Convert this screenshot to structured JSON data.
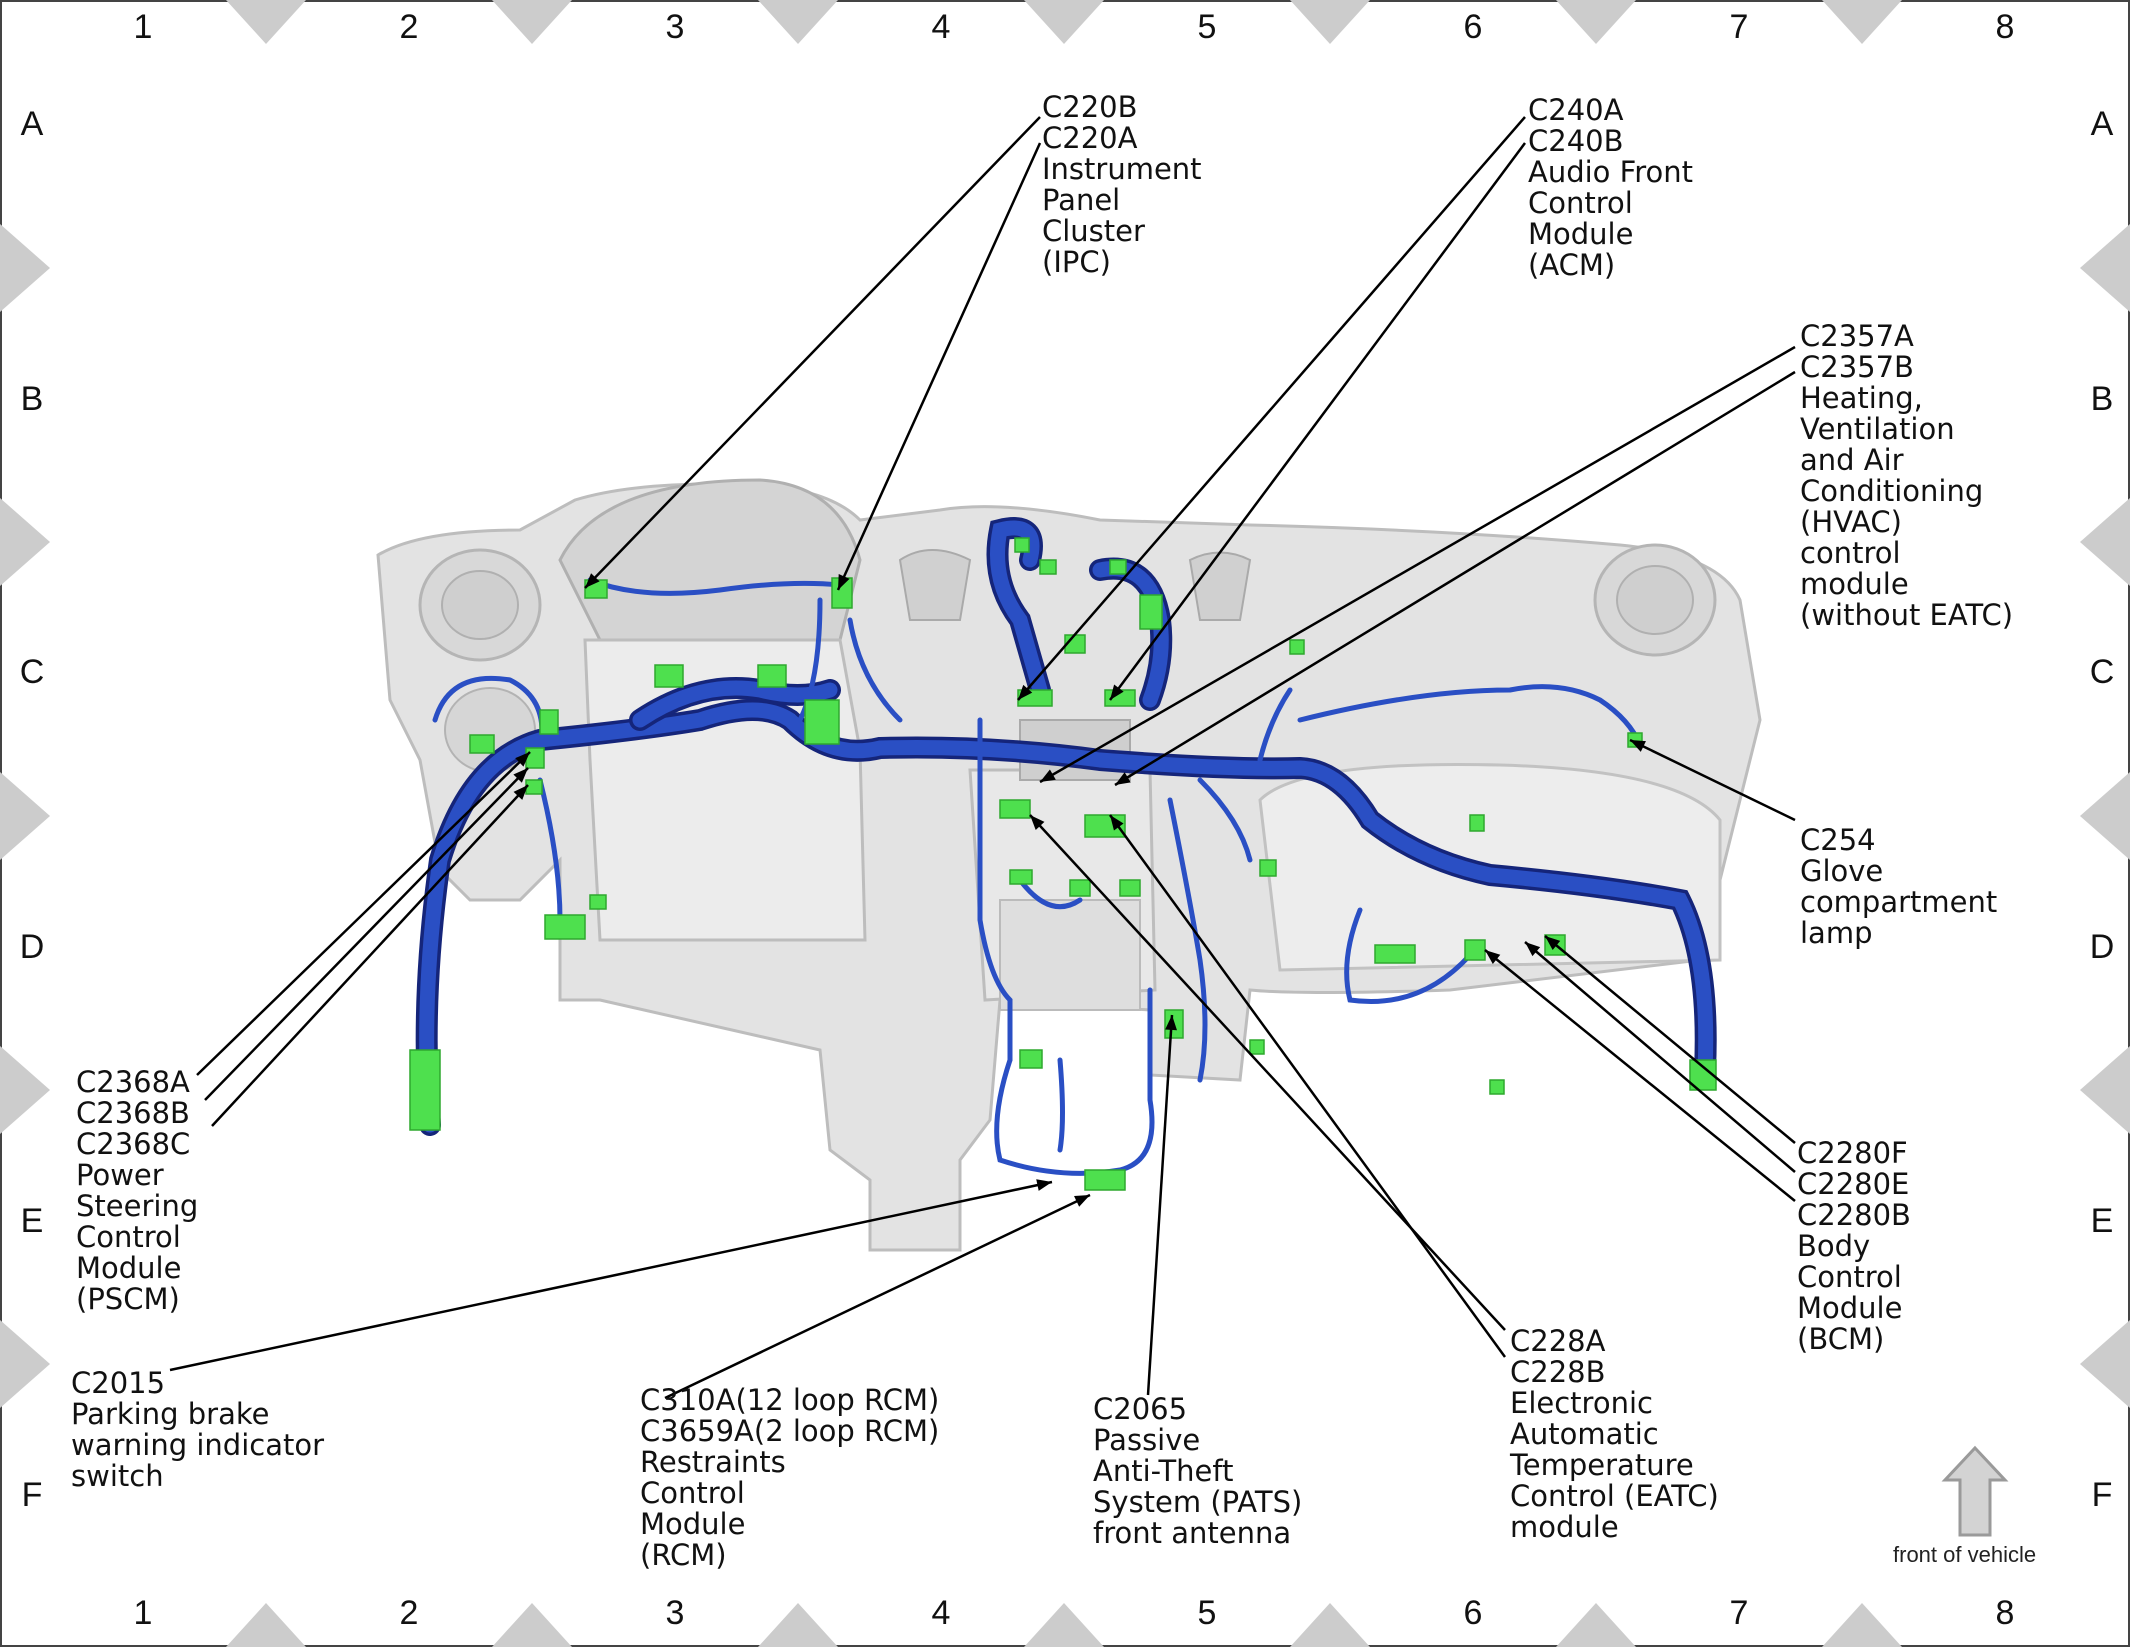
{
  "grid": {
    "columns": [
      "1",
      "2",
      "3",
      "4",
      "5",
      "6",
      "7",
      "8"
    ],
    "rows": [
      "A",
      "B",
      "C",
      "D",
      "E",
      "F"
    ]
  },
  "callouts": {
    "ipc": [
      "C220B",
      "C220A",
      "Instrument",
      "Panel",
      "Cluster",
      "(IPC)"
    ],
    "acm": [
      "C240A",
      "C240B",
      "Audio Front",
      "Control",
      "Module",
      "(ACM)"
    ],
    "hvac": [
      "C2357A",
      "C2357B",
      "Heating,",
      "Ventilation",
      "and Air",
      "Conditioning",
      "(HVAC)",
      "control",
      "module",
      "(without EATC)"
    ],
    "glove": [
      "C254",
      "Glove",
      "compartment",
      "lamp"
    ],
    "bcm": [
      "C2280F",
      "C2280E",
      "C2280B",
      "Body",
      "Control",
      "Module",
      "(BCM)"
    ],
    "eatc": [
      "C228A",
      "C228B",
      "Electronic",
      "Automatic",
      "Temperature",
      "Control (EATC)",
      "module"
    ],
    "pats": [
      "C2065",
      "Passive",
      "Anti-Theft",
      "System (PATS)",
      "front antenna"
    ],
    "rcm": {
      "line1": "C310A",
      "line1_note": "(12 loop RCM)",
      "line2": "C3659A",
      "line2_note": "(2 loop RCM)",
      "rest": [
        "Restraints",
        "Control",
        "Module",
        "(RCM)"
      ]
    },
    "parking": [
      "C2015",
      "Parking brake",
      "warning indicator",
      "switch"
    ],
    "pscm": [
      "C2368A",
      "C2368B",
      "C2368C",
      "Power",
      "Steering",
      "Control",
      "Module",
      "(PSCM)"
    ]
  },
  "front_label": "front of vehicle",
  "colors": {
    "harness": "#2a4fc4",
    "harness_dark": "#15257a",
    "connector": "#4ee04e",
    "dash": "#dcdcdc",
    "dash_edge": "#bdbdbd",
    "marker": "#cccccc"
  }
}
